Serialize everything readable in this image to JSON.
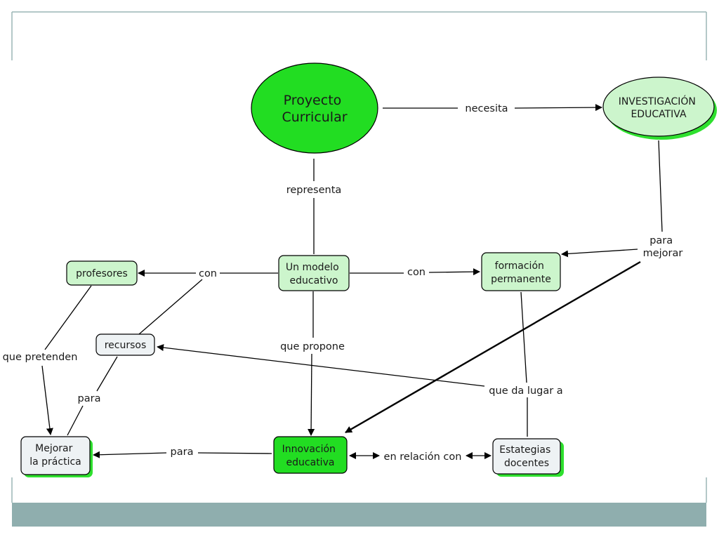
{
  "colors": {
    "bright_green": "#22dd22",
    "light_green": "#ccf5cc",
    "pale_blue": "#eef2f4",
    "shadow_green": "#2ee02e",
    "footer_bar": "#8faeae",
    "frame_line": "#9ab5b5"
  },
  "nodes": {
    "proyecto": [
      "Proyecto",
      "Curricular"
    ],
    "investigacion": [
      "INVESTIGACIÓN",
      "EDUCATIVA"
    ],
    "modelo": [
      "Un modelo",
      "educativo"
    ],
    "profesores": [
      "profesores"
    ],
    "formacion": [
      "formación",
      "permanente"
    ],
    "recursos": [
      "recursos"
    ],
    "mejorar": [
      "Mejorar",
      "la práctica"
    ],
    "innovacion": [
      "Innovación",
      "educativa"
    ],
    "estrategias": [
      "Estategias",
      "docentes"
    ]
  },
  "links": {
    "necesita": [
      "necesita"
    ],
    "representa": [
      "representa"
    ],
    "para_mejorar": [
      "para",
      "mejorar"
    ],
    "con_left": [
      "con"
    ],
    "con_right": [
      "con"
    ],
    "que_pretenden": [
      "que pretenden"
    ],
    "que_propone": [
      "que propone"
    ],
    "que_da_lugar": [
      "que da lugar a"
    ],
    "para_left": [
      "para"
    ],
    "para_bottom": [
      "para"
    ],
    "en_relacion": [
      "en relación con"
    ]
  }
}
